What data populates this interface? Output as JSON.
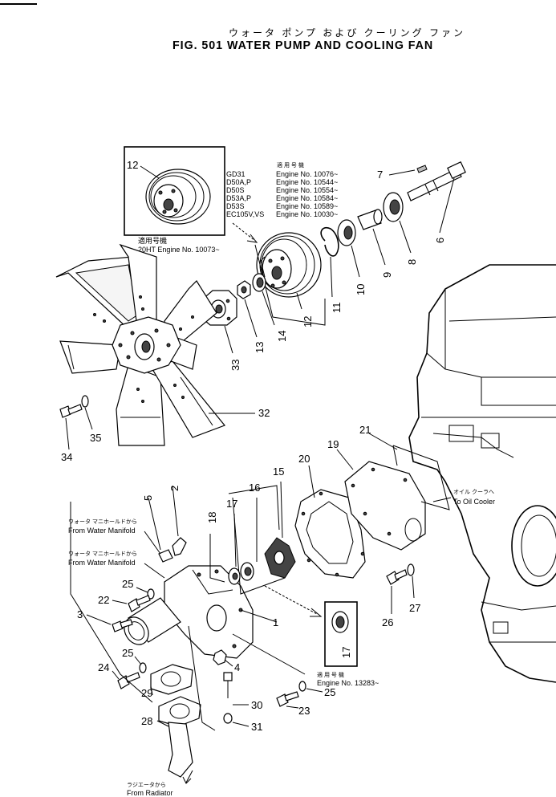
{
  "title_jp": "ウォータ ポンプ および クーリング ファン",
  "title": "FIG. 501  WATER PUMP AND COOLING FAN",
  "inset_pulley": {
    "models": [
      "GD31",
      "D50A,P",
      "D50S",
      "D53A,P",
      "D53S",
      "EC105V,VS"
    ],
    "serial_header_jp": "適 用 号 機",
    "serials": [
      "Engine No. 10076~",
      "Engine No. 10544~",
      "Engine No. 10554~",
      "Engine No. 10584~",
      "Engine No. 10589~",
      "Engine No. 10030~"
    ],
    "note_jp": "適用号機",
    "note": "20HT Engine No. 10073~"
  },
  "inset_seal": {
    "note_jp": "適 用 号 機",
    "note": "Engine No. 13283~"
  },
  "callouts": {
    "from_water_manifold_jp": "ウォータ マニホールドから",
    "from_water_manifold": "From Water Manifold",
    "to_oil_cooler_jp": "オイル クーラへ",
    "to_oil_cooler": "To Oil Cooler",
    "from_radiator_jp": "ラジエータから",
    "from_radiator": "From Radiator"
  },
  "part_numbers": [
    "1",
    "2",
    "3",
    "4",
    "5",
    "6",
    "7",
    "8",
    "9",
    "10",
    "11",
    "12",
    "12",
    "13",
    "14",
    "15",
    "16",
    "17",
    "17",
    "18",
    "19",
    "20",
    "21",
    "22",
    "23",
    "24",
    "25",
    "25",
    "25",
    "26",
    "27",
    "28",
    "29",
    "30",
    "31",
    "32",
    "33",
    "34",
    "35"
  ]
}
